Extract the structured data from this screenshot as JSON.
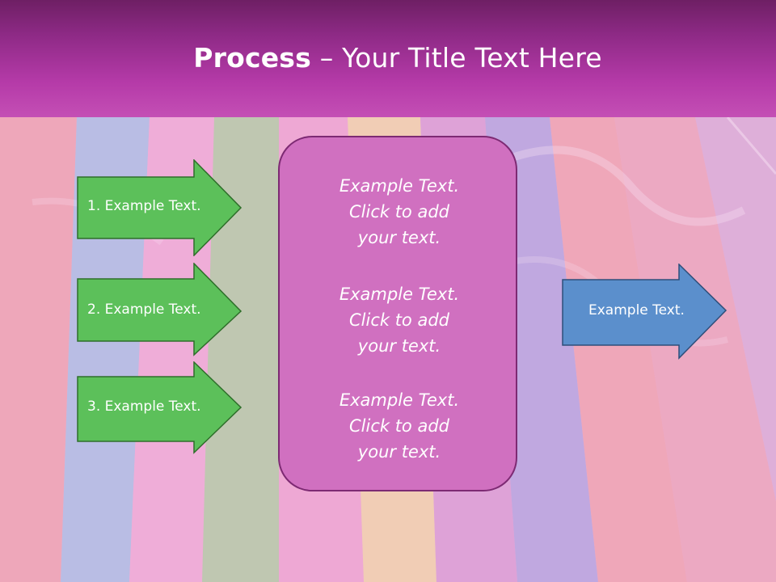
{
  "title": {
    "bold": "Process",
    "dash": " – ",
    "rest": "Your Title Text Here"
  },
  "left_arrows": [
    {
      "label": "1. Example Text."
    },
    {
      "label": "2. Example Text."
    },
    {
      "label": "3. Example Text."
    }
  ],
  "center_box": {
    "paragraphs": [
      {
        "line1": "Example Text.",
        "line2": "Click  to add",
        "line3": "your text."
      },
      {
        "line1": "Example Text.",
        "line2": "Click  to add",
        "line3": "your text."
      },
      {
        "line1": "Example Text.",
        "line2": "Click  to add",
        "line3": "your text."
      }
    ]
  },
  "right_arrow": {
    "label": "Example Text."
  },
  "colors": {
    "title_bar": "#a8309c",
    "green_arrow": "#5cc05a",
    "green_arrow_border": "#2e6e2a",
    "center_box": "#d070c0",
    "blue_arrow": "#5b8fcc",
    "blue_arrow_border": "#2e4f7a"
  }
}
